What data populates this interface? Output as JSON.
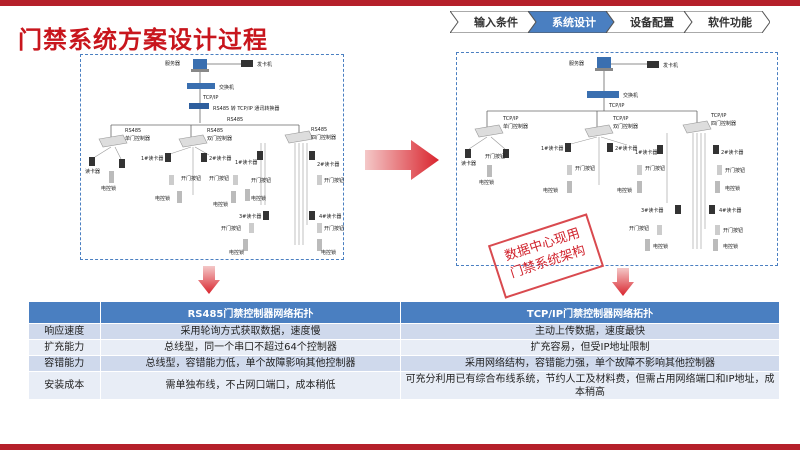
{
  "title": "门禁系统方案设计过程",
  "steps": [
    {
      "label": "输入条件",
      "active": false
    },
    {
      "label": "系统设计",
      "active": true
    },
    {
      "label": "设备配置",
      "active": false
    },
    {
      "label": "软件功能",
      "active": false
    }
  ],
  "colors": {
    "brand_red": "#c8161d",
    "table_blue": "#4a7fc1",
    "step_active": "#4a7fc1"
  },
  "left_diagram": {
    "server": "服务器",
    "card_issuer": "发卡机",
    "switch": "交换机",
    "tcpip": "TCP/IP",
    "converter": "RS485 转 TCP/IP 通讯转换器",
    "rs485_bus": "RS485",
    "ctrl1_bus": "RS485",
    "ctrl1": "单门控制器",
    "ctrl2_bus": "RS485",
    "ctrl2": "双门控制器",
    "ctrl3_bus": "RS485",
    "ctrl3": "四门控制器",
    "reader1": "读卡器",
    "reader_1": "1#读卡器",
    "reader_2": "2#读卡器",
    "reader_1b": "1#读卡器",
    "reader_2b": "2#读卡器",
    "reader_3": "3#读卡器",
    "reader_4": "4#读卡器",
    "exit_btn1": "开门按钮",
    "exit_btn2": "开门按钮",
    "exit_btn3": "开门按钮",
    "exit_btn4": "开门按钮",
    "exit_btn5": "开门按钮",
    "exit_btn6": "开门按钮",
    "lock1": "电控锁",
    "lock2": "电控锁",
    "lock3": "电控锁",
    "lock4": "电控锁",
    "lock5": "电控锁",
    "lock6": "电控锁"
  },
  "right_diagram": {
    "server": "服务器",
    "card_issuer": "发卡机",
    "switch": "交换机",
    "tcpip": "TCP/IP",
    "ctrl1_bus": "TCP/IP",
    "ctrl1": "单门控制器",
    "ctrl2_bus": "TCP/IP",
    "ctrl2": "双门控制器",
    "ctrl3_bus": "TCP/IP",
    "ctrl3": "四门控制器",
    "reader1": "读卡器",
    "reader_1": "1#读卡器",
    "reader_2": "2#读卡器",
    "reader_1b": "1#读卡器",
    "reader_2b": "2#读卡器",
    "reader_3": "3#读卡器",
    "reader_4": "4#读卡器",
    "exit_btn1": "开门按钮",
    "exit_btn2": "开门按钮",
    "exit_btn3": "开门按钮",
    "exit_btn4": "开门按钮",
    "exit_btn5": "开门按钮",
    "exit_btn6": "开门按钮",
    "lock1": "电控锁",
    "lock2": "电控锁",
    "lock3": "电控锁",
    "lock4": "电控锁",
    "lock5": "电控锁",
    "lock6": "电控锁"
  },
  "stamp": {
    "line1": "数据中心现用",
    "line2": "门禁系统架构"
  },
  "table": {
    "headers": [
      "",
      "RS485门禁控制器网络拓扑",
      "TCP/IP门禁控制器网络拓扑"
    ],
    "rows": [
      {
        "label": "响应速度",
        "rs485": "采用轮询方式获取数据，速度慢",
        "tcpip": "主动上传数据，速度最快"
      },
      {
        "label": "扩充能力",
        "rs485": "总线型，同一个串口不超过64个控制器",
        "tcpip": "扩充容易，但受IP地址限制"
      },
      {
        "label": "容错能力",
        "rs485": "总线型，容错能力低，单个故障影响其他控制器",
        "tcpip": "采用网络结构，容错能力强，单个故障不影响其他控制器"
      },
      {
        "label": "安装成本",
        "rs485": "需单独布线，不占网口端口，成本稍低",
        "tcpip": "可充分利用已有综合布线系统，节约人工及材料费，但需占用网络端口和IP地址，成本稍高"
      }
    ]
  }
}
